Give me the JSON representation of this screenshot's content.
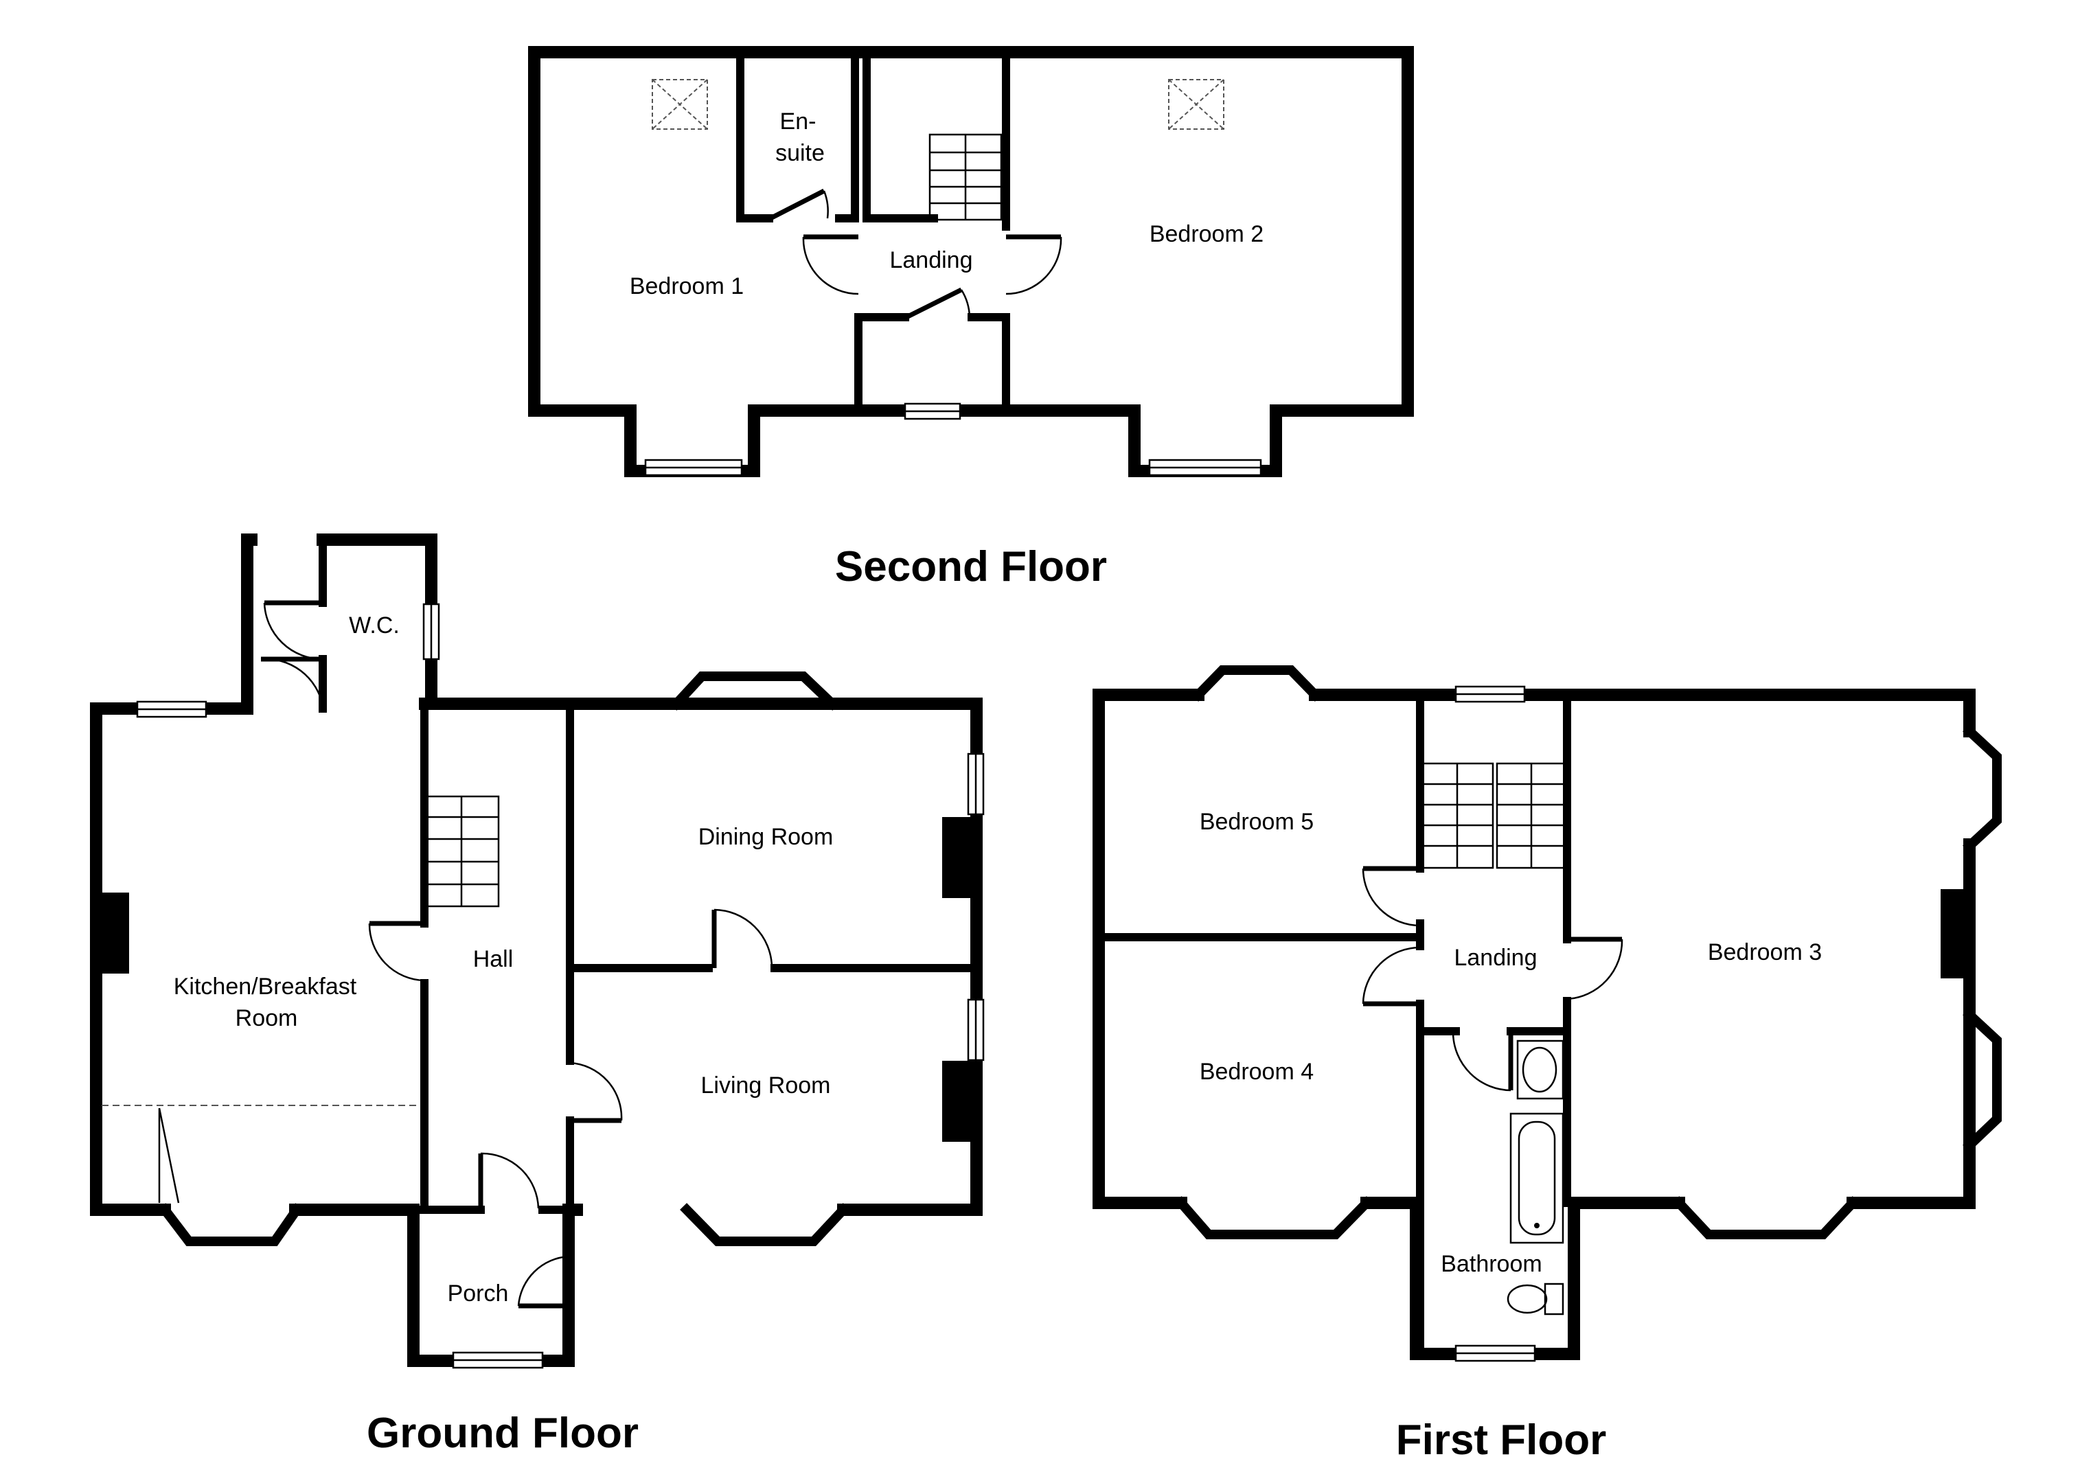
{
  "floors": {
    "second": {
      "title": "Second Floor",
      "rooms": {
        "bedroom1": "Bedroom 1",
        "ensuite_line1": "En-",
        "ensuite_line2": "suite",
        "landing": "Landing",
        "bedroom2": "Bedroom 2"
      }
    },
    "ground": {
      "title": "Ground Floor",
      "rooms": {
        "wc": "W.C.",
        "kitchen_line1": "Kitchen/Breakfast",
        "kitchen_line2": "Room",
        "hall": "Hall",
        "dining": "Dining Room",
        "living": "Living Room",
        "porch": "Porch"
      }
    },
    "first": {
      "title": "First Floor",
      "rooms": {
        "bedroom5": "Bedroom 5",
        "bedroom4": "Bedroom 4",
        "landing": "Landing",
        "bedroom3": "Bedroom 3",
        "bathroom": "Bathroom"
      }
    }
  },
  "icons": [
    "window-icon",
    "door-icon",
    "stairs-icon",
    "skylight-icon",
    "fireplace-icon",
    "bath-icon",
    "toilet-icon",
    "basin-icon"
  ]
}
